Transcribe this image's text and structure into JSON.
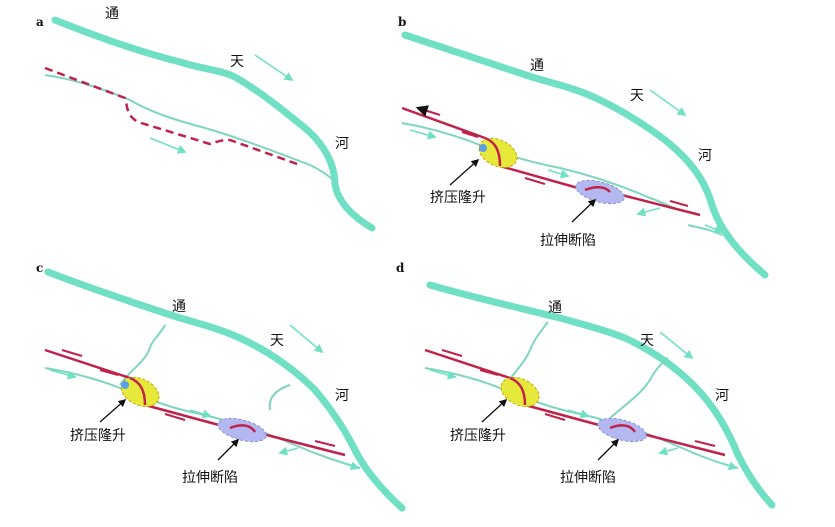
{
  "colors": {
    "river": "#6fe0c4",
    "tributary": "#7fd6c0",
    "fault": "#c0224a",
    "uplift_fill": "#e6e83a",
    "subsidence_fill": "#b3b8f0",
    "arrow": "#111111",
    "spot": "#5aa0e8"
  },
  "river_chars": [
    "通",
    "天",
    "河"
  ],
  "labels": {
    "uplift": "挤压隆升",
    "subsidence": "拉伸断陷"
  },
  "panels": [
    {
      "letter": "a"
    },
    {
      "letter": "b"
    },
    {
      "letter": "c"
    },
    {
      "letter": "d"
    }
  ]
}
